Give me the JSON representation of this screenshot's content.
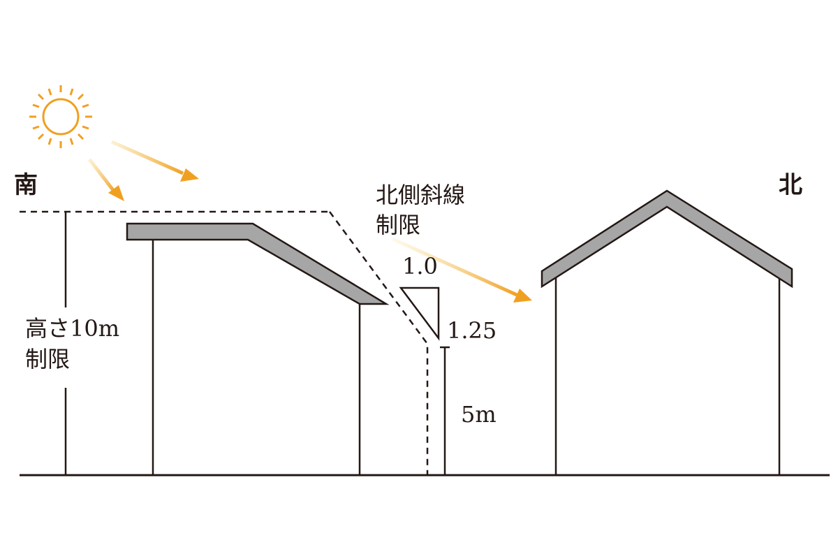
{
  "labels": {
    "south": "南",
    "north": "北",
    "north_slope": [
      "北側斜線",
      "制限"
    ],
    "height_limit": [
      "高さ10m",
      "制限"
    ],
    "ratio_run": "1.0",
    "ratio_rise": "1.25",
    "base_height": "5m"
  },
  "colors": {
    "line": "#231815",
    "roof": "#a6a6a6",
    "sun": "#f0a020",
    "arrow": "#f0a020",
    "arrow_faded": "#fbe3a6"
  },
  "icons": {
    "sun": "sun-icon"
  }
}
